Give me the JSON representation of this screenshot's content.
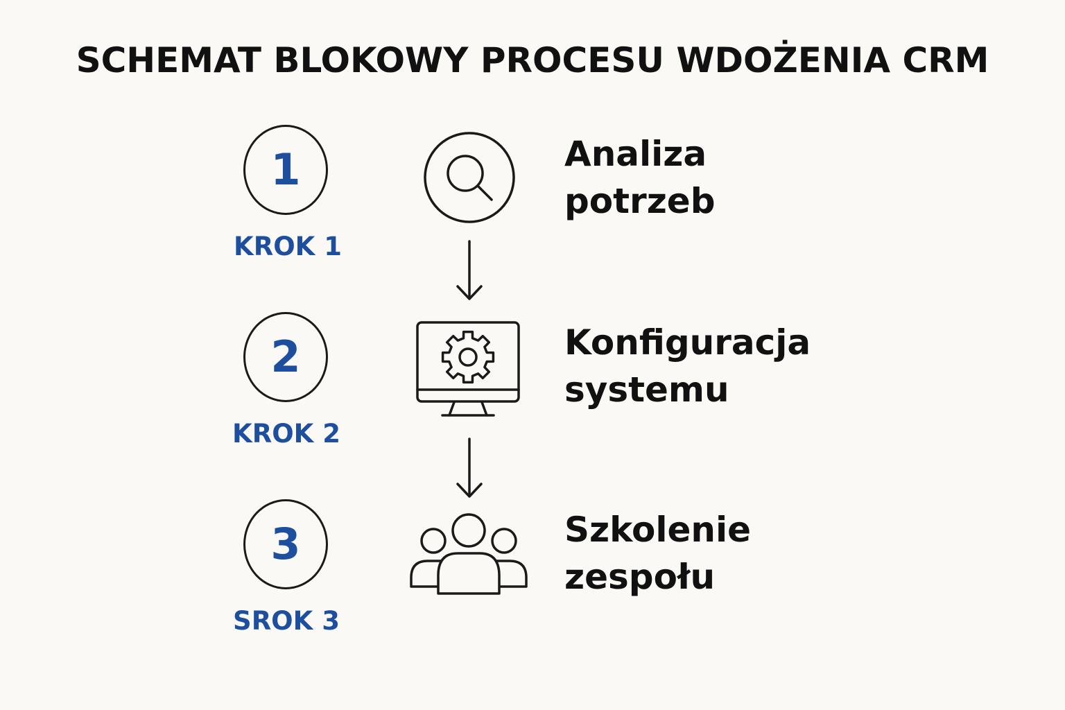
{
  "title": "SCHEMAT BLOKOWY PROCESU WDOŻENIA CRM",
  "colors": {
    "accent": "#1d4f9e",
    "text": "#111111",
    "line": "#1a1a1a",
    "background": "#faf9f5"
  },
  "steps": [
    {
      "number": "1",
      "label": "KROK 1",
      "text_line1": "Analiza",
      "text_line2": "potrzeb",
      "icon": "search-icon"
    },
    {
      "number": "2",
      "label": "KROK 2",
      "text_line1": "Konfiguracja",
      "text_line2": "systemu",
      "icon": "monitor-gear-icon"
    },
    {
      "number": "3",
      "label": "SROK 3",
      "text_line1": "Szkolenie",
      "text_line2": "zespołu",
      "icon": "team-icon"
    }
  ]
}
